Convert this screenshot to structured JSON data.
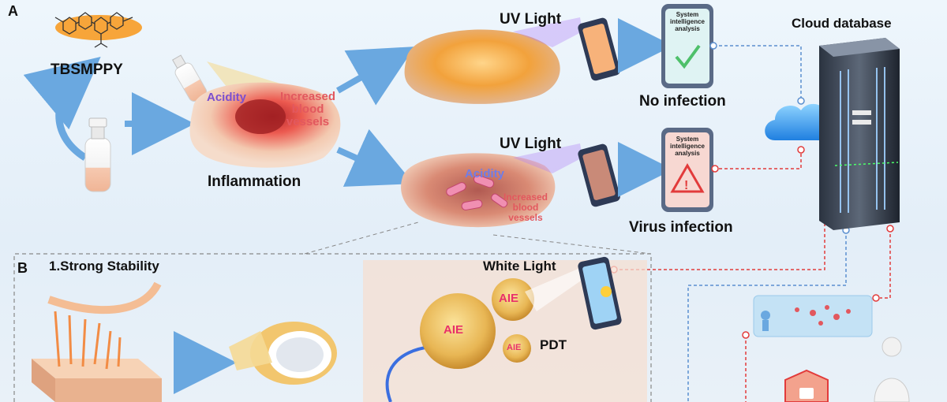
{
  "panel_a": {
    "letter": "A",
    "compound_name": "TBSMPPY",
    "inflammation_label": "Inflammation",
    "acidity_label": "Acidity",
    "blood_vessels_label": "Increased blood vessels",
    "uv_light_label": "UV Light",
    "system_analysis_label": "System intelligence analysis",
    "no_infection_label": "No infection",
    "virus_infection_label": "Virus infection",
    "cloud_database_label": "Cloud database"
  },
  "panel_b": {
    "letter": "B",
    "strong_stability_label": "1.Strong Stability",
    "white_light_label": "White Light",
    "aie_label": "AIE",
    "pdt_label": "PDT"
  },
  "colors": {
    "arrow_blue": "#6aa8e0",
    "red_dash": "#e23b3b",
    "blue_dash": "#5b8fcf",
    "accent_red": "#e2585e",
    "accent_purple": "#7b4fcf",
    "aie_pink": "#e8306a"
  }
}
